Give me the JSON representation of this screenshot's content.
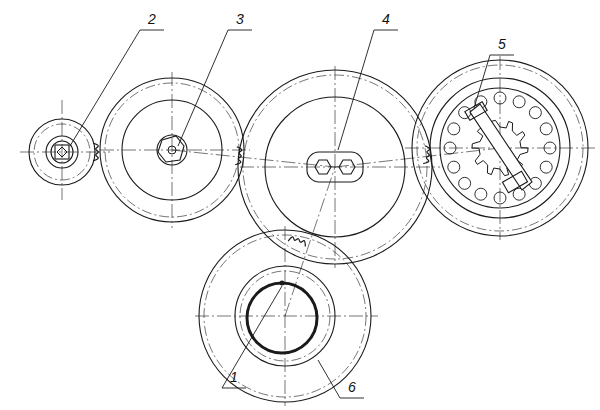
{
  "diagram": {
    "labels": [
      "2",
      "3",
      "4",
      "5",
      "1",
      "6"
    ]
  }
}
